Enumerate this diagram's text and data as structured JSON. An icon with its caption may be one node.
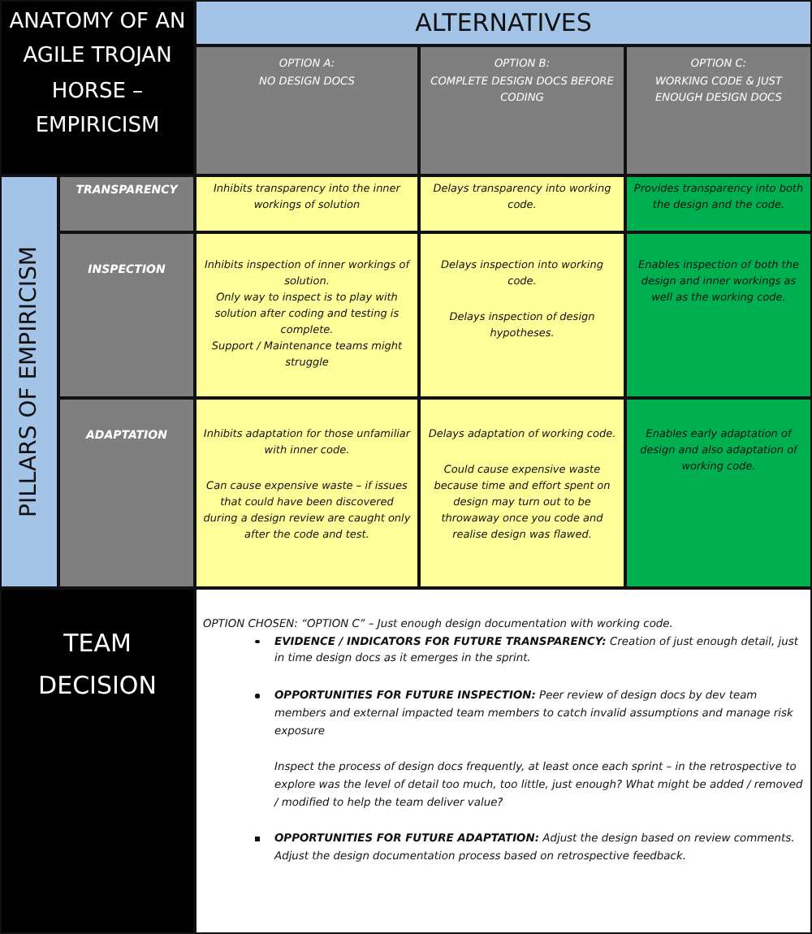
{
  "diagram": {
    "nodes": [
      {
        "text": [
          "ANATOMY OF AN AGILE TROJAN HORSE – EMPIRICISM"
        ]
      },
      {
        "text": [
          "ALTERNATIVES"
        ]
      },
      {
        "text": [
          "OPTION A:",
          "NO DESIGN DOCS"
        ]
      },
      {
        "text": [
          "OPTION B:",
          "COMPLETE DESIGN DOCS BEFORE CODING"
        ]
      },
      {
        "text": [
          "OPTION C:",
          "WORKING CODE & JUST ENOUGH DESIGN DOCS"
        ]
      },
      {
        "text": [
          "PILLARS OF EMPIRICISM"
        ]
      },
      {
        "text": [
          "TRANSPARENCY"
        ]
      },
      {
        "text": [
          "Inhibits transparency into the inner workings of solution"
        ]
      },
      {
        "text": [
          "Delays transparency into working code."
        ]
      },
      {
        "text": [
          "Provides transparency into both the design and the code."
        ]
      },
      {
        "text": [
          "INSPECTION"
        ]
      },
      {
        "text": [
          "Inhibits inspection of inner workings of solution.",
          "Only way to inspect is to play with solution after coding and testing is complete.",
          "Support / Maintenance teams might struggle"
        ]
      },
      {
        "text": [
          "Delays inspection into working code.",
          "Delays inspection of design hypotheses."
        ]
      },
      {
        "text": [
          "Enables inspection of both the design and inner workings as well as the working code."
        ]
      },
      {
        "text": [
          "ADAPTATION"
        ]
      },
      {
        "text": [
          "Inhibits adaptation for those unfamiliar with inner code.",
          "Can cause expensive waste – if issues that could have been discovered during a design review are caught only after the code and test."
        ]
      },
      {
        "text": [
          "Delays adaptation of working code.",
          "Could cause expensive waste because time and effort spent on design may turn out to be throwaway once you code and realise design was flawed."
        ]
      },
      {
        "text": [
          "Enables early adaptation of design and also adaptation of working code."
        ]
      },
      {
        "text": [
          "TEAM DECISION"
        ]
      },
      {
        "text": [
          "OPTION CHOSEN: “OPTION C” – Just enough design documentation with working code.",
          "**EVIDENCE / INDICATORS FOR FUTURE TRANSPARENCY:** Creation of just enough detail, just in time design docs as it emerges in the sprint.",
          "**OPPORTUNITIES FOR FUTURE INSPECTION:** Peer review of design docs by dev team members and external impacted team members to catch invalid assumptions and manage risk exposure",
          "Inspect the process of design docs frequently, at least once each sprint – in the retrospective to explore was the level of detail too much, too little, just enough? What might be added / removed / modified to help the team deliver value?",
          "**OPPORTUNITIES FOR FUTURE ADAPTATION:** Adjust the design based on review comments.",
          "Adjust the design documentation process based on retrospective feedback."
        ]
      }
    ],
    "edges": []
  }
}
